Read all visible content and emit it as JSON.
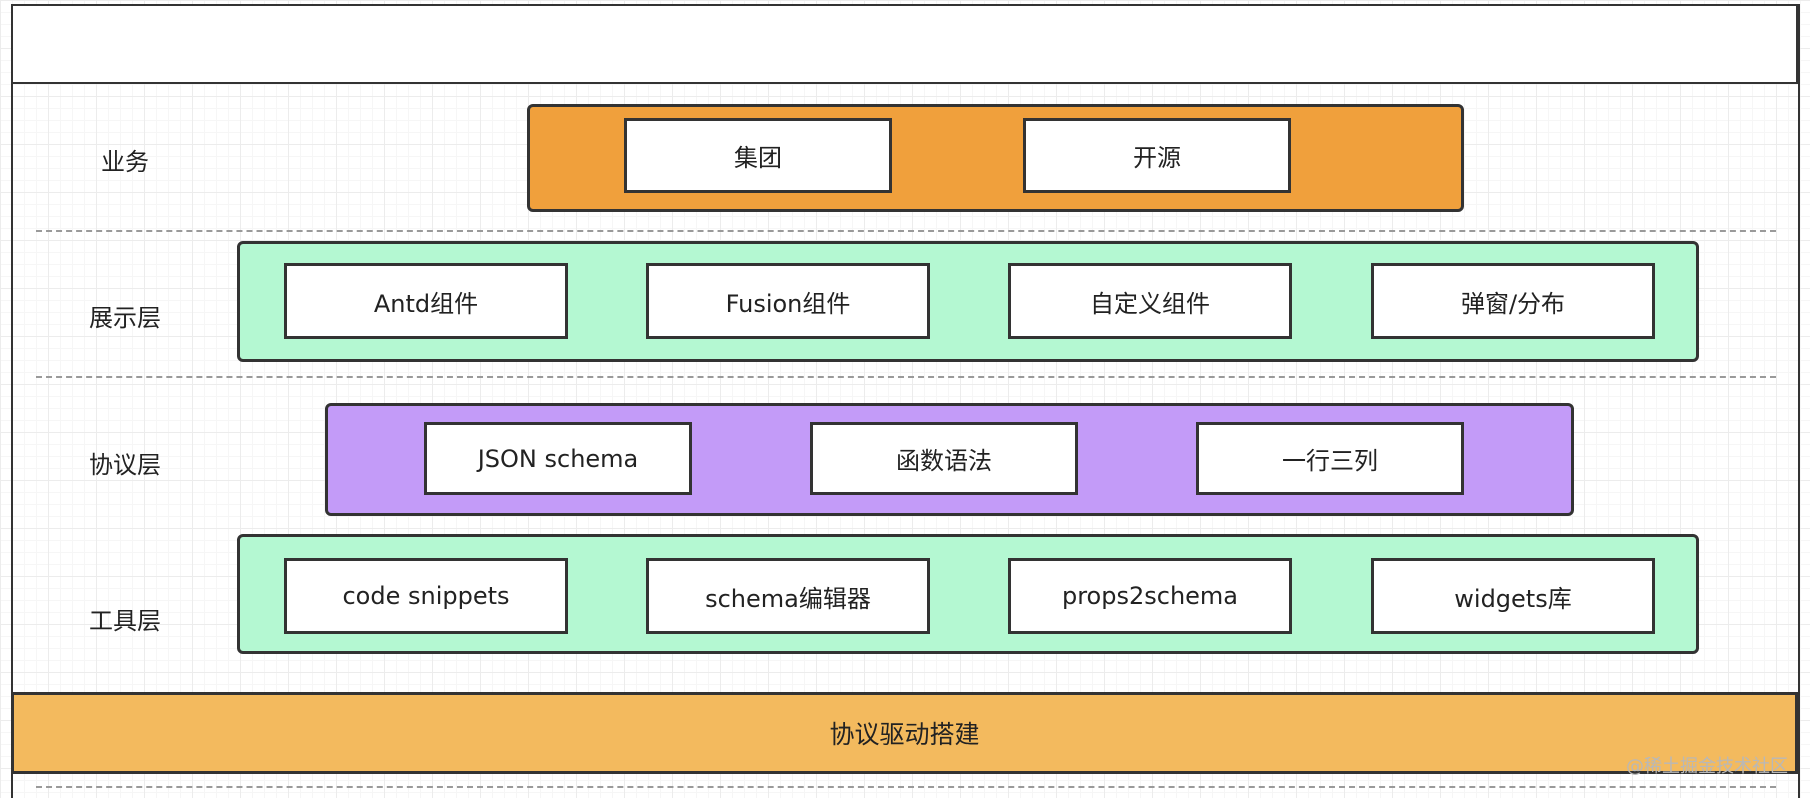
{
  "layers": {
    "business": {
      "label": "业务",
      "items": [
        "集团",
        "开源"
      ]
    },
    "presentation": {
      "label": "展示层",
      "items": [
        "Antd组件",
        "Fusion组件",
        "自定义组件",
        "弹窗/分布"
      ]
    },
    "protocol": {
      "label": "协议层",
      "items": [
        "JSON schema",
        "函数语法",
        "一行三列"
      ]
    },
    "tools": {
      "label": "工具层",
      "items": [
        "code snippets",
        "schema编辑器",
        "props2schema",
        "widgets库"
      ]
    }
  },
  "base": {
    "label": "协议驱动搭建"
  },
  "watermark": "@稀土掘金技术社区",
  "colors": {
    "business_bar": "#f0a03c",
    "green_bar": "#b4f8d2",
    "protocol_bar": "#c39bf8",
    "base_bar": "#f3ba5e"
  }
}
